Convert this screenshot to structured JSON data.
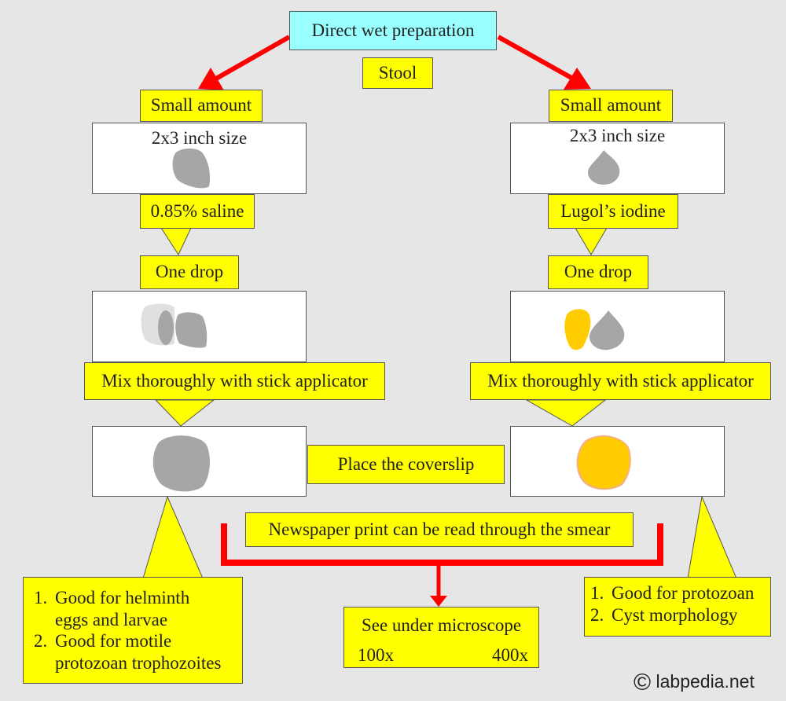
{
  "title": "Direct wet preparation",
  "specimen": "Stool",
  "colors": {
    "arrow": "#ff0000",
    "label_fill": "#ffff00",
    "title_fill": "#99ffff",
    "stool": "#a6a6a6",
    "iodine": "#ffcc00"
  },
  "left": {
    "amount": "Small amount",
    "slide_size": "2x3 inch size",
    "reagent": "0.85% saline",
    "drop": "One drop",
    "mix": "Mix thoroughly with stick applicator",
    "notes": [
      "Good for helminth\neggs and larvae",
      "Good for motile\nprotozoan trophozoites"
    ]
  },
  "right": {
    "amount": "Small amount",
    "slide_size": "2x3 inch size",
    "reagent": "Lugol’s iodine",
    "drop": "One drop",
    "mix": "Mix thoroughly with stick applicator",
    "notes": [
      "Good for protozoan",
      "Cyst morphology"
    ]
  },
  "coverslip": "Place the coverslip",
  "newspaper": "Newspaper print can be read through the smear",
  "microscope": {
    "label": "See under microscope",
    "mag_low": "100x",
    "mag_high": "400x"
  },
  "copyright_symbol": "©",
  "watermark": "labpedia.net"
}
